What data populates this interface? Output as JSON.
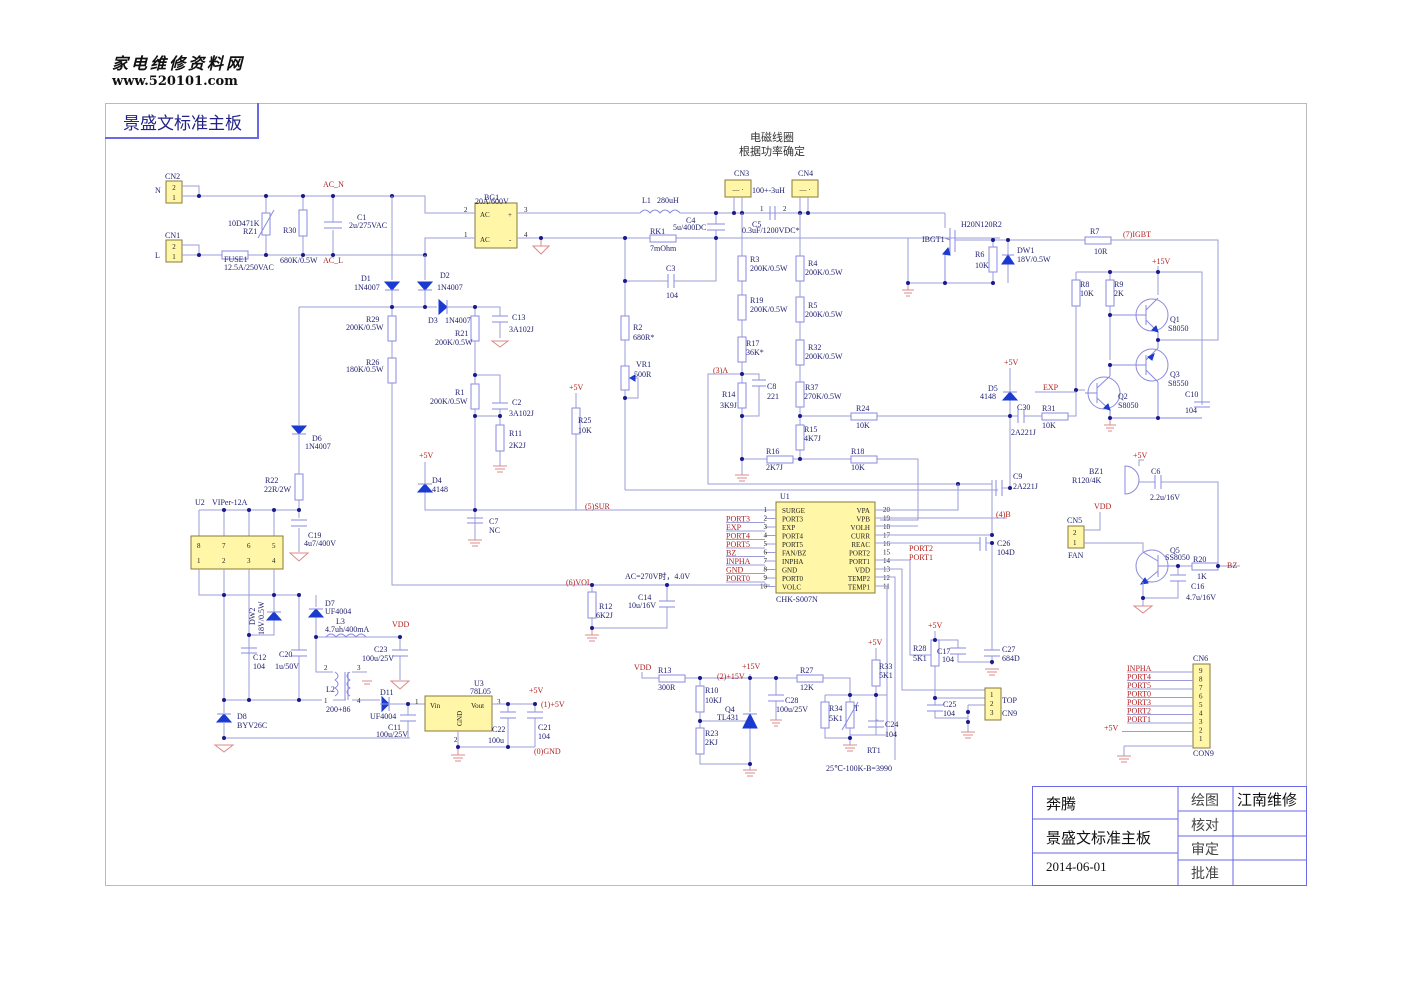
{
  "watermark": {
    "line1": "家电维修资料网",
    "line2": "www.520101.com"
  },
  "board_title": "景盛文标准主板",
  "coil_note": {
    "line1": "电磁线圈",
    "line2": "根据功率确定"
  },
  "title_block": {
    "brand": "奔腾",
    "board": "景盛文标准主板",
    "date": "2014-06-01",
    "rows": [
      {
        "label": "绘图",
        "value": "江南维修"
      },
      {
        "label": "核对",
        "value": ""
      },
      {
        "label": "审定",
        "value": ""
      },
      {
        "label": "批准",
        "value": ""
      }
    ]
  },
  "components": {
    "CN2": {
      "ref": "CN2",
      "net": "N"
    },
    "CN1": {
      "ref": "CN1",
      "net": "L"
    },
    "RZ1": {
      "ref": "RZ1",
      "value": "10D471K"
    },
    "R30": {
      "ref": "R30",
      "value": "680K/0.5W"
    },
    "C1": {
      "ref": "C1",
      "value": "2u/275VAC"
    },
    "FUSE1": {
      "ref": "FUSE1",
      "value": "12.5A/250VAC"
    },
    "BG1": {
      "ref": "BG1",
      "value": "20A/600V"
    },
    "L1": {
      "ref": "L1",
      "value": "280uH"
    },
    "C4": {
      "ref": "C4",
      "value": "5u/400DC"
    },
    "RK1": {
      "ref": "RK1",
      "value": "7mOhm"
    },
    "C3": {
      "ref": "C3",
      "value": "104"
    },
    "CN3": {
      "ref": "CN3",
      "value": "100+-3uH"
    },
    "CN4": {
      "ref": "CN4"
    },
    "C5": {
      "ref": "C5",
      "value": "0.3uF/1200VDC*"
    },
    "R3": {
      "ref": "R3",
      "value": "200K/0.5W"
    },
    "R4": {
      "ref": "R4",
      "value": "200K/0.5W"
    },
    "R19": {
      "ref": "R19",
      "value": "200K/0.5W"
    },
    "R5": {
      "ref": "R5",
      "value": "200K/0.5W"
    },
    "R17": {
      "ref": "R17",
      "value": "36K*"
    },
    "R32": {
      "ref": "R32",
      "value": "200K/0.5W"
    },
    "R14": {
      "ref": "R14",
      "value": "3K9J"
    },
    "C8": {
      "ref": "C8",
      "value": "221"
    },
    "R37": {
      "ref": "R37",
      "value": "270K/0.5W"
    },
    "R15": {
      "ref": "R15",
      "value": "4K7J"
    },
    "R16": {
      "ref": "R16",
      "value": "2K7J"
    },
    "R18": {
      "ref": "R18",
      "value": "10K"
    },
    "R24": {
      "ref": "R24",
      "value": "10K"
    },
    "R2": {
      "ref": "R2",
      "value": "680R*"
    },
    "VR1": {
      "ref": "VR1",
      "value": "500R"
    },
    "R25": {
      "ref": "R25",
      "value": "10K"
    },
    "IGBT1": {
      "ref": "IBGT1",
      "value": "H20N120R2"
    },
    "R6": {
      "ref": "R6",
      "value": "10K"
    },
    "DW1": {
      "ref": "DW1",
      "value": "18V/0.5W"
    },
    "R7": {
      "ref": "R7",
      "value": "10R"
    },
    "R8": {
      "ref": "R8",
      "value": "10K"
    },
    "R9": {
      "ref": "R9",
      "value": "2K"
    },
    "Q1": {
      "ref": "Q1",
      "value": "S8050"
    },
    "Q3": {
      "ref": "Q3",
      "value": "S8550"
    },
    "Q2": {
      "ref": "Q2",
      "value": "S8050"
    },
    "C10": {
      "ref": "C10",
      "value": "104"
    },
    "D5": {
      "ref": "D5",
      "value": "4148"
    },
    "C30": {
      "ref": "C30",
      "value": "2A221J"
    },
    "R31": {
      "ref": "R31",
      "value": "10K"
    },
    "C9": {
      "ref": "C9",
      "value": "2A221J"
    },
    "D1": {
      "ref": "D1",
      "value": "1N4007"
    },
    "D2": {
      "ref": "D2",
      "value": "1N4007"
    },
    "D3": {
      "ref": "D3",
      "value": "1N4007"
    },
    "C13": {
      "ref": "C13",
      "value": "3A102J"
    },
    "R29": {
      "ref": "R29",
      "value": "200K/0.5W"
    },
    "R26": {
      "ref": "R26",
      "value": "180K/0.5W"
    },
    "R21": {
      "ref": "R21",
      "value": "200K/0.5W"
    },
    "R1": {
      "ref": "R1",
      "value": "200K/0.5W"
    },
    "C2": {
      "ref": "C2",
      "value": "3A102J"
    },
    "R11": {
      "ref": "R11",
      "value": "2K2J"
    },
    "D4": {
      "ref": "D4",
      "value": "4148"
    },
    "C7": {
      "ref": "C7",
      "value": "NC"
    },
    "D6": {
      "ref": "D6",
      "value": "1N4007"
    },
    "R22": {
      "ref": "R22",
      "value": "22R/2W"
    },
    "U2": {
      "ref": "U2",
      "value": "VIPer-12A"
    },
    "C19": {
      "ref": "C19",
      "value": "4u7/400V"
    },
    "DW2": {
      "ref": "DW2",
      "value": "18V/0.5W"
    },
    "C12": {
      "ref": "C12",
      "value": "104"
    },
    "C20": {
      "ref": "C20",
      "value": "1u/50V"
    },
    "D7": {
      "ref": "D7",
      "value": "UF4004"
    },
    "L3": {
      "ref": "L3",
      "value": "4.7uh/400mA"
    },
    "C23": {
      "ref": "C23",
      "value": "100u/25V"
    },
    "L2": {
      "ref": "L2",
      "value": "200+86"
    },
    "D8": {
      "ref": "D8",
      "value": "BYV26C"
    },
    "D11": {
      "ref": "D11",
      "value": "UF4004"
    },
    "C11": {
      "ref": "C11",
      "value": "100u/25V"
    },
    "U3": {
      "ref": "U3",
      "value": "78L05",
      "pins": [
        "Vin",
        "GND",
        "Vout"
      ]
    },
    "C22": {
      "ref": "C22",
      "value": "100u"
    },
    "C21": {
      "ref": "C21",
      "value": "104"
    },
    "U1": {
      "ref": "U1",
      "value": "CHK-S007N"
    },
    "R12": {
      "ref": "R12",
      "value": "6K2J"
    },
    "C14": {
      "ref": "C14",
      "value": "10u/16V"
    },
    "R13": {
      "ref": "R13",
      "value": "300R"
    },
    "R10": {
      "ref": "R10",
      "value": "10KJ"
    },
    "R23": {
      "ref": "R23",
      "value": "2KJ"
    },
    "Q4": {
      "ref": "Q4",
      "value": "TL431"
    },
    "C28": {
      "ref": "C28",
      "value": "100u/25V"
    },
    "R27": {
      "ref": "R27",
      "value": "12K"
    },
    "R33": {
      "ref": "R33",
      "value": "5K1"
    },
    "R34": {
      "ref": "R34",
      "value": "5K1"
    },
    "RT1": {
      "ref": "RT1",
      "value": "25℃-100K-B=3990"
    },
    "C24": {
      "ref": "C24",
      "value": "104"
    },
    "R28": {
      "ref": "R28",
      "value": "5K1"
    },
    "C17": {
      "ref": "C17",
      "value": "104"
    },
    "C25": {
      "ref": "C25",
      "value": "104"
    },
    "C27": {
      "ref": "C27",
      "value": "684D"
    },
    "C26": {
      "ref": "C26",
      "value": "104D"
    },
    "CN9": {
      "ref": "CN9",
      "net": "TOP"
    },
    "BZ1": {
      "ref": "BZ1",
      "value": "R120/4K"
    },
    "C6": {
      "ref": "C6",
      "value": "2.2u/16V"
    },
    "CN5": {
      "ref": "CN5",
      "net": "FAN"
    },
    "Q5": {
      "ref": "Q5",
      "value": "SS8050"
    },
    "R20": {
      "ref": "R20",
      "value": "1K"
    },
    "C16": {
      "ref": "C16",
      "value": "4.7u/16V"
    },
    "CN6": {
      "ref": "CN6",
      "value": "CON9"
    }
  },
  "u1_pins_left": [
    {
      "num": "1",
      "name": "SURGE",
      "net": ""
    },
    {
      "num": "2",
      "name": "PORT3",
      "net": "PORT3"
    },
    {
      "num": "3",
      "name": "EXP",
      "net": "EXP"
    },
    {
      "num": "4",
      "name": "PORT4",
      "net": "PORT4"
    },
    {
      "num": "5",
      "name": "PORT5",
      "net": "PORT5"
    },
    {
      "num": "6",
      "name": "FAN/BZ",
      "net": "BZ"
    },
    {
      "num": "7",
      "name": "INPHA",
      "net": "INPHA"
    },
    {
      "num": "8",
      "name": "GND",
      "net": "GND"
    },
    {
      "num": "9",
      "name": "PORT0",
      "net": "PORT0"
    },
    {
      "num": "10",
      "name": "VOLC",
      "net": ""
    }
  ],
  "u1_pins_right": [
    {
      "num": "20",
      "name": "VPA",
      "net": ""
    },
    {
      "num": "19",
      "name": "VPB",
      "net": ""
    },
    {
      "num": "18",
      "name": "VOLH",
      "net": ""
    },
    {
      "num": "17",
      "name": "CURR",
      "net": ""
    },
    {
      "num": "16",
      "name": "REAC",
      "net": ""
    },
    {
      "num": "15",
      "name": "PORT2",
      "net": "PORT2"
    },
    {
      "num": "14",
      "name": "PORT1",
      "net": "PORT1"
    },
    {
      "num": "13",
      "name": "VDD",
      "net": ""
    },
    {
      "num": "12",
      "name": "TEMP2",
      "net": ""
    },
    {
      "num": "11",
      "name": "TEMP1",
      "net": ""
    }
  ],
  "cn6_pins": [
    {
      "num": "9",
      "net": "INPHA"
    },
    {
      "num": "8",
      "net": "PORT4"
    },
    {
      "num": "7",
      "net": "PORT5"
    },
    {
      "num": "6",
      "net": "PORT0"
    },
    {
      "num": "5",
      "net": "PORT3"
    },
    {
      "num": "4",
      "net": "PORT2"
    },
    {
      "num": "3",
      "net": "PORT1"
    },
    {
      "num": "2",
      "net": "+5V"
    },
    {
      "num": "1",
      "net": ""
    }
  ],
  "nets": {
    "ac_n": "AC_N",
    "ac_l": "AC_L",
    "igbt": "(7)IGBT",
    "a": "(3)A",
    "b": "(4)B",
    "sur": "(5)SUR",
    "vol": "(6)VOL",
    "p15": "(2)+15V",
    "p5": "(1)+5V",
    "gnd": "(0)GND",
    "plus5": "+5V",
    "plus15": "+15V",
    "vdd": "VDD",
    "exp": "EXP",
    "bz": "BZ",
    "port2": "PORT2",
    "port1": "PORT1",
    "ac_note": "AC=270V时，4.0V",
    "ac": "AC",
    "plus": "+",
    "minus": "-"
  }
}
